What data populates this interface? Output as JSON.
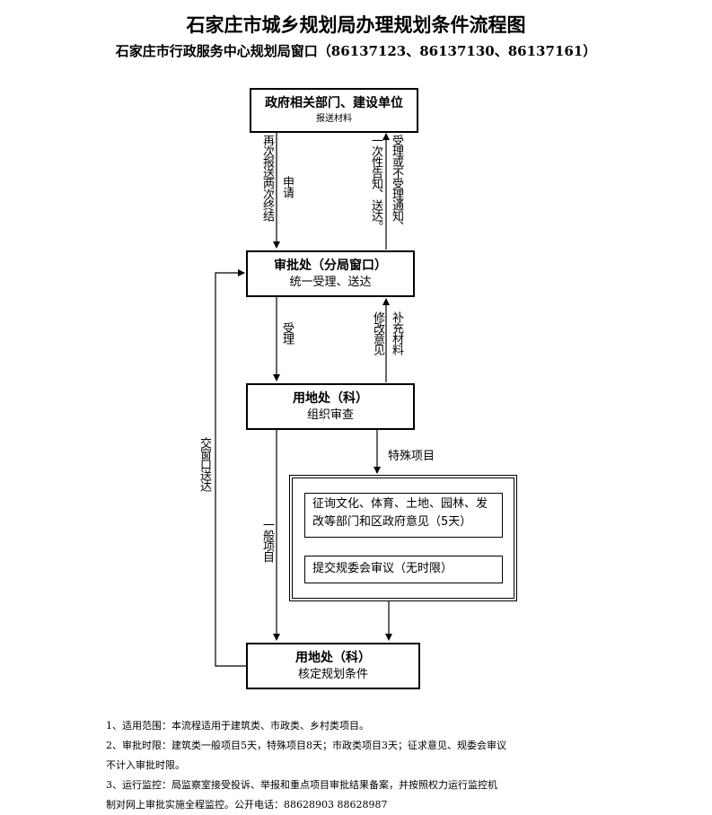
{
  "header": {
    "title": "石家庄市城乡规划局办理规划条件流程图",
    "subtitle": "石家庄市行政服务中心规划局窗口（86137123、86137130、86137161）"
  },
  "nodes": {
    "gov": {
      "title": "政府相关部门、建设单位",
      "sub": "报送材料"
    },
    "approval": {
      "title": "审批处（分局窗口）",
      "sub": "统一受理、送达"
    },
    "land1": {
      "title": "用地处（科）",
      "sub": "组织审查"
    },
    "special_consult": "征询文化、体育、土地、园林、发改等部门和区政府意见（5天）",
    "special_committee": "提交规委会审议（无时限）",
    "land2": {
      "title": "用地处（科）",
      "sub": "核定规划条件"
    }
  },
  "edges": {
    "resubmit": "再次报送两次终结",
    "apply": "申请",
    "notify_once": "一次性告知、送达。",
    "accept_notice": "受理或不受理通知、",
    "accept": "受理",
    "revise": "修改意见",
    "supplement": "补充材料",
    "special": "特殊项目",
    "general": "一般项目",
    "window": "交窗口送达"
  },
  "notes": [
    "1、适用范围：本流程适用于建筑类、市政类、乡村类项目。",
    "2、审批时限：建筑类一般项目5天，特殊项目8天；市政类项目3天；征求意见、规委会审议",
    "不计入审批时限。",
    "3、运行监控：局监察室接受投诉、举报和重点项目审批结果备案，并按照权力运行监控机",
    "制对网上审批实施全程监控。公开电话：88628903  88628987"
  ]
}
